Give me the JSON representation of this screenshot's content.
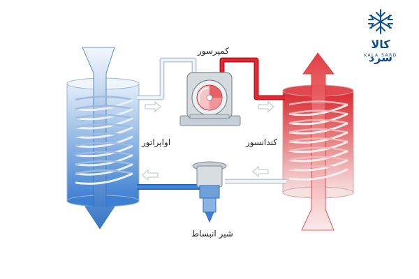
{
  "labels": {
    "compressor": "کمپرسور",
    "evaporator": "اواپراتور",
    "condenser": "کندانسور",
    "expansion_valve": "شیر انبساط"
  },
  "logo": {
    "text": "کالا سرد",
    "subtext": "KALA SARD"
  },
  "colors": {
    "cold": "#3d7fd1",
    "hot": "#d9282f",
    "pipe_light": "#e6edf3",
    "logo": "#0d4f8e"
  }
}
